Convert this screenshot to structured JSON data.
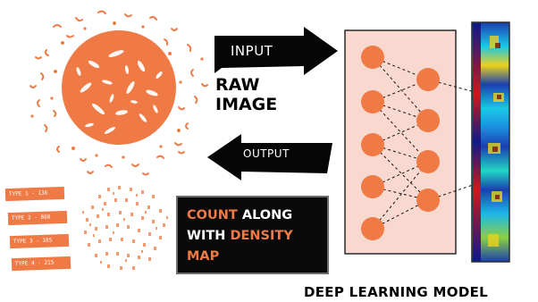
{
  "arrows": {
    "input_label": "INPUT",
    "output_label": "OUTPUT"
  },
  "raw_image": {
    "line1": "RAW",
    "line2": "IMAGE"
  },
  "output_box": {
    "count": "COUNT",
    "along": "ALONG",
    "with": "WITH",
    "density": "DENSITY",
    "map": "MAP"
  },
  "type_tags": [
    "TYPE 1 - 136",
    "TYPE 2 - 808",
    "TYPE 3 - 105",
    "TYPE 4 - 215"
  ],
  "model": {
    "title": "DEEP LEARNING MODEL"
  },
  "colors": {
    "accent": "#f07a45",
    "panel": "#f9d9cf",
    "box": "#0a0a0a"
  }
}
